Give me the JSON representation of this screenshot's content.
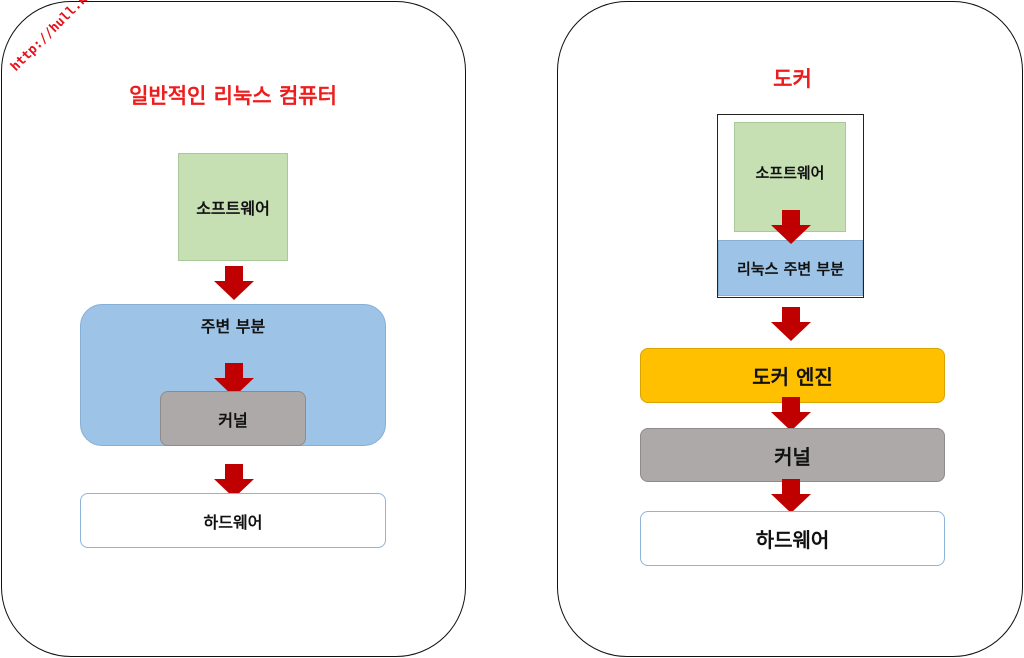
{
  "watermark": "http://hull.kr",
  "colors": {
    "title": "#ee1c1c",
    "arrow": "#c00000",
    "software": "#c6e0b4",
    "peripheral": "#9dc3e6",
    "kernel": "#ada9a9",
    "docker_engine": "#ffc000",
    "hardware": "#ffffff"
  },
  "left": {
    "title": "일반적인 리눅스 컴퓨터",
    "software": "소프트웨어",
    "peripheral": "주변 부분",
    "kernel": "커널",
    "hardware": "하드웨어"
  },
  "right": {
    "title": "도커",
    "software": "소프트웨어",
    "peripheral": "리눅스 주변 부분",
    "docker_engine": "도커 엔진",
    "kernel": "커널",
    "hardware": "하드웨어"
  }
}
